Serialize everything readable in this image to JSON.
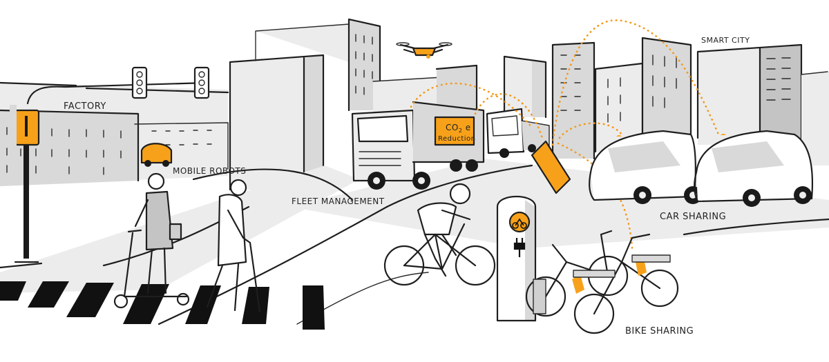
{
  "labels": {
    "factory": "FACTORY",
    "mobile_robots": "MOBILE ROBOTS",
    "fleet_management": "FLEET MANAGEMENT",
    "smart_city": "SMART CITY",
    "car_sharing": "CAR SHARING",
    "bike_sharing": "BIKE SHARING",
    "co2_main": "CO",
    "co2_sub": "2",
    "co2_suffix": " e",
    "co2_reduction": "Reduction"
  },
  "colors": {
    "accent": "#f7a11a",
    "ink": "#1e1e1e",
    "shade_light": "#ececec",
    "shade_mid": "#d9d9d9",
    "shade_dark": "#c4c4c4"
  },
  "icons": [
    "traffic-light-icon",
    "drone-icon",
    "truck-icon",
    "bike-charging-icon",
    "plug-icon",
    "car-icon",
    "scooter-icon"
  ]
}
